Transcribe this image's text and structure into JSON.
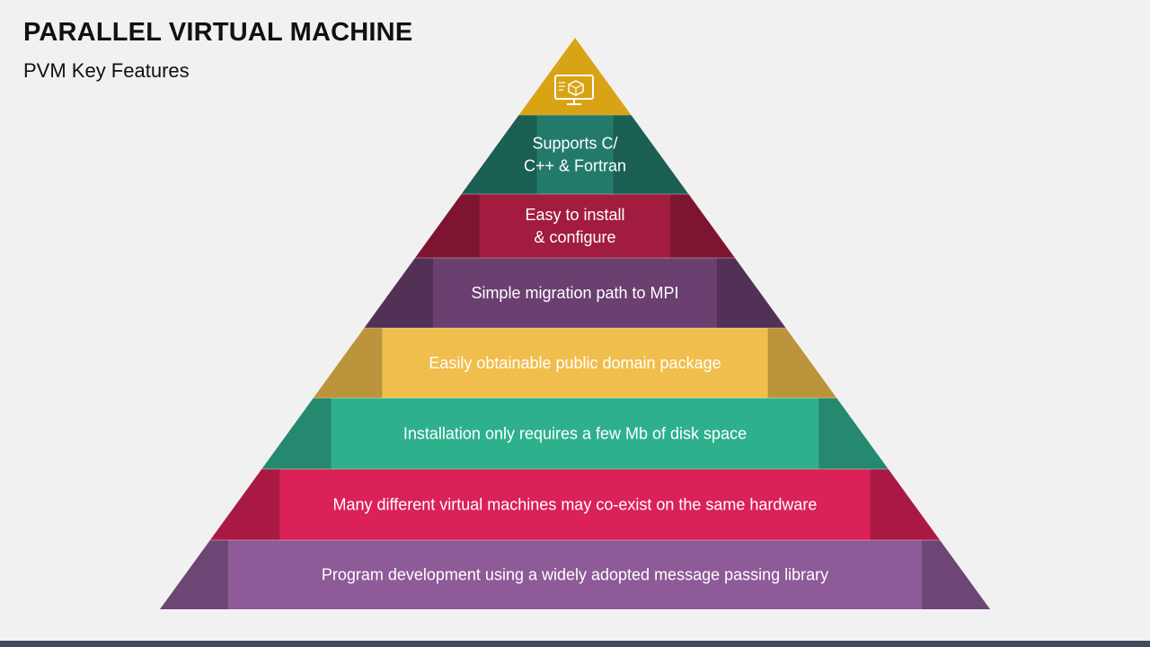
{
  "slide": {
    "title": "PARALLEL VIRTUAL MACHINE",
    "subtitle": "PVM Key Features"
  },
  "pyramid": {
    "apex_icon": "computer-monitor-cube-icon",
    "apex_color": "#d9a316",
    "tiers": [
      {
        "lines": [
          "Supports C/",
          "C++ & Fortran"
        ],
        "color": "#237a6b"
      },
      {
        "lines": [
          "Easy to install",
          "& configure"
        ],
        "color": "#a11c3f"
      },
      {
        "lines": [
          "Simple migration path to MPI"
        ],
        "color": "#6b3f70"
      },
      {
        "lines": [
          "Easily obtainable public domain package"
        ],
        "color": "#f0be4c"
      },
      {
        "lines": [
          "Installation only requires a few Mb of disk space"
        ],
        "color": "#2fb08d"
      },
      {
        "lines": [
          "Many different virtual machines may co-exist on the same hardware"
        ],
        "color": "#da2158"
      },
      {
        "lines": [
          "Program development using a widely adopted message passing library"
        ],
        "color": "#8e5a97"
      }
    ]
  }
}
